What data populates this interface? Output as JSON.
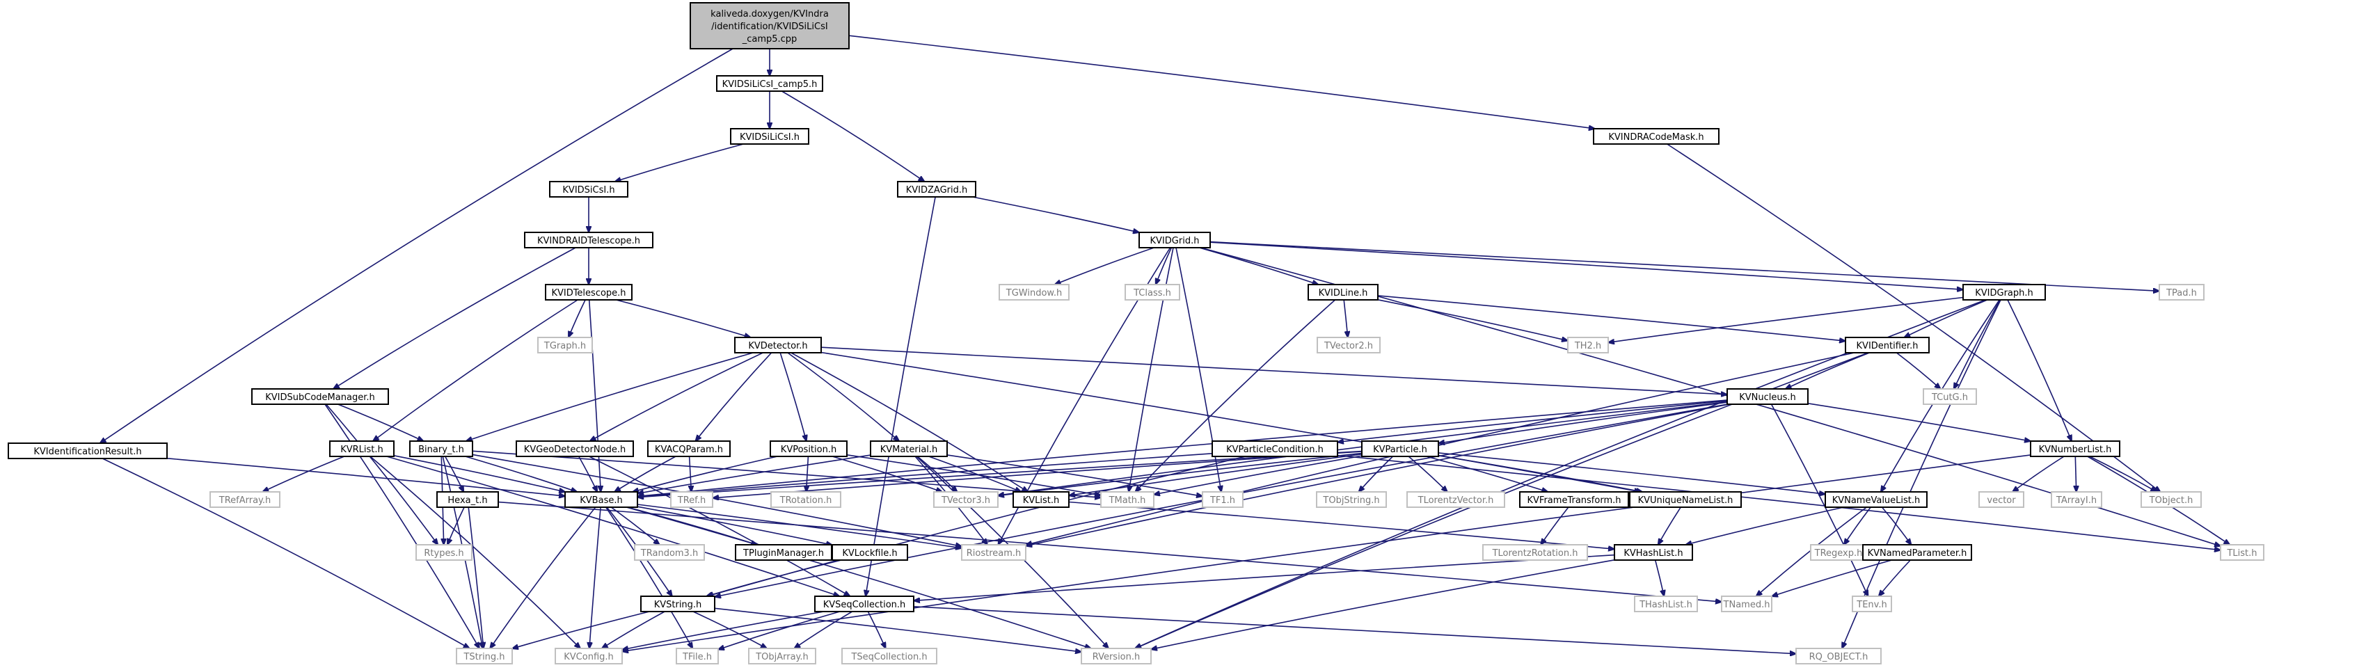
{
  "root_label_lines": [
    "kaliveda.doxygen/KVIndra",
    "/identification/KVIDSiLiCsI",
    "_camp5.cpp"
  ],
  "colors": {
    "edge": "#191970",
    "root_fill": "#bfbfbf",
    "main_border": "#000000",
    "ext_border": "#c0c0c0"
  },
  "nodes": {
    "kvidsilicsi_camp5_h": "KVIDSiLiCsI_camp5.h",
    "kvidentificationresult_h": "KVIdentificationResult.h",
    "kvindracodemask_h": "KVINDRACodeMask.h",
    "kvidsilicsi_h": "KVIDSiLiCsI.h",
    "kvidzagrid_h": "KVIDZAGrid.h",
    "kvidsicsi_h": "KVIDSiCsI.h",
    "kvindraidtelescope_h": "KVINDRAIDTelescope.h",
    "kvidgrid_h": "KVIDGrid.h",
    "kvidtelescope_h": "KVIDTelescope.h",
    "tgwindow_h": "TGWindow.h",
    "tclass_h": "TClass.h",
    "kvidline_h": "KVIDLine.h",
    "kvidgraph_h": "KVIDGraph.h",
    "tpad_h": "TPad.h",
    "tgraph_h": "TGraph.h",
    "kvdetector_h": "KVDetector.h",
    "tvector2_h": "TVector2.h",
    "th2_h": "TH2.h",
    "kvidentifier_h": "KVIDentifier.h",
    "kvidsubcodemanager_h": "KVIDSubCodeManager.h",
    "kvnucleus_h": "KVNucleus.h",
    "tcutg_h": "TCutG.h",
    "kvrlist_h": "KVRList.h",
    "binary_t_h": "Binary_t.h",
    "kvgeodetectornode_h": "KVGeoDetectorNode.h",
    "kvacqparam_h": "KVACQParam.h",
    "kvposition_h": "KVPosition.h",
    "kvmaterial_h": "KVMaterial.h",
    "kvparticlecondition_h": "KVParticleCondition.h",
    "kvparticle_h": "KVParticle.h",
    "kvnumberlist_h": "KVNumberList.h",
    "trefarray_h": "TRefArray.h",
    "hexa_t_h": "Hexa_t.h",
    "kvbase_h": "KVBase.h",
    "tref_h": "TRef.h",
    "trotation_h": "TRotation.h",
    "tvector3_h": "TVector3.h",
    "kvlist_h": "KVList.h",
    "tmath_h": "TMath.h",
    "tf1_h": "TF1.h",
    "tobjstring_h": "TObjString.h",
    "tlorentzvector_h": "TLorentzVector.h",
    "kvframetransform_h": "KVFrameTransform.h",
    "kvuniquenamelist_h": "KVUniqueNameList.h",
    "kvnamevaluelist_h": "KVNameValueList.h",
    "vector": "vector",
    "tarrayi_h": "TArrayI.h",
    "tobject_h": "TObject.h",
    "rtypes_h": "Rtypes.h",
    "trandom3_h": "TRandom3.h",
    "tpluginmanager_h": "TPluginManager.h",
    "kvlockfile_h": "KVLockfile.h",
    "riostream_h": "Riostream.h",
    "tlorentzrotation_h": "TLorentzRotation.h",
    "kvhashlist_h": "KVHashList.h",
    "tregexp_h": "TRegexp.h",
    "kvnamedparameter_h": "KVNamedParameter.h",
    "tlist_h": "TList.h",
    "kvstring_h": "KVString.h",
    "kvseqcollection_h": "KVSeqCollection.h",
    "thashlist_h": "THashList.h",
    "tnamed_h": "TNamed.h",
    "tenv_h": "TEnv.h",
    "tstring_h": "TString.h",
    "kvconfig_h": "KVConfig.h",
    "tfile_h": "TFile.h",
    "tobjarray_h": "TObjArray.h",
    "tseqcollection_h": "TSeqCollection.h",
    "rversion_h": "RVersion.h",
    "rq_object_h": "RQ_OBJECT.h"
  }
}
